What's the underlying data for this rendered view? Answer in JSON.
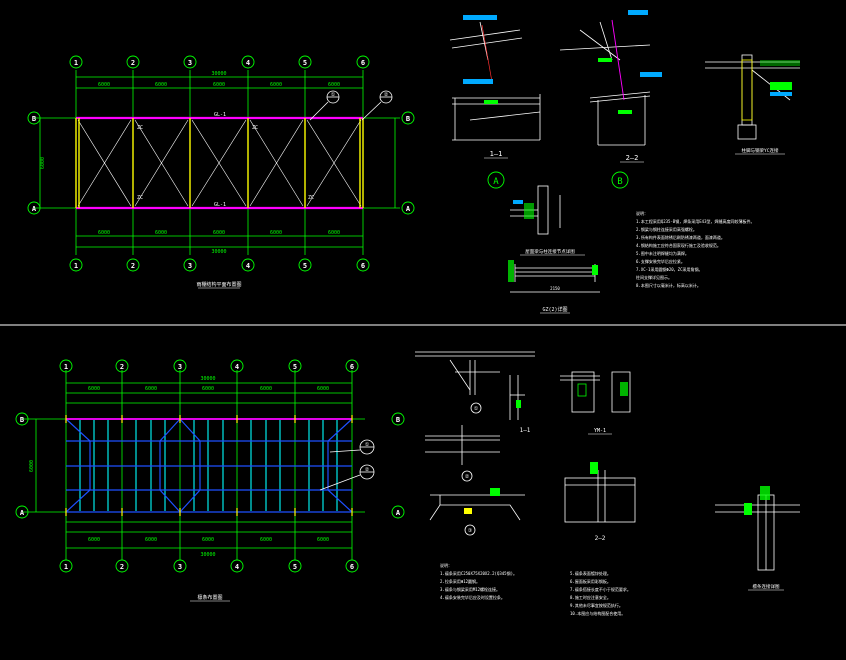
{
  "colors": {
    "bg": "#000000",
    "axis_bubble": "#00ff00",
    "dim": "#00ff00",
    "beam": "#ff00ff",
    "column": "#ffff00",
    "brace": "#ffffff",
    "purlin": "#00ffff",
    "rafter": "#1e50ff",
    "text_white": "#ffffff",
    "text_yellow": "#ffff00",
    "leader_red": "#ff3030"
  },
  "top_plan": {
    "axes_numbers": [
      "1",
      "2",
      "3",
      "4",
      "5",
      "6"
    ],
    "axes_letters": [
      "A",
      "B"
    ],
    "bay_dims": [
      "6000",
      "6000",
      "6000",
      "6000",
      "6000"
    ],
    "total_dim": "30000",
    "span_dim": "6000",
    "gl_label": "GL-1",
    "brace_labels": [
      "ZC",
      "ZC",
      "ZC",
      "ZC"
    ],
    "title": "雨棚结构平面布置图",
    "section_marks": [
      "①",
      "②"
    ]
  },
  "bottom_plan": {
    "axes_numbers": [
      "1",
      "2",
      "3",
      "4",
      "5",
      "6"
    ],
    "axes_letters": [
      "A",
      "B"
    ],
    "bay_dims": [
      "6000",
      "6000",
      "6000",
      "6000",
      "6000"
    ],
    "total_dim": "30000",
    "span_dim": "6000",
    "title": "檩条布置图",
    "section_marks": [
      "①",
      "②"
    ]
  },
  "details_top": {
    "sec_11": "1—1",
    "sec_22": "2—2",
    "bubble_a": "A",
    "bubble_b": "B",
    "col_detail_title": "柱脚与钢梁YC连接",
    "base_detail_title": "屋面梁与柱连接节点详图",
    "base_detail_dim": "2150",
    "gz_title": "GZ(2)详图",
    "notes_title": "说明：",
    "notes": [
      "1.本工程采用Q235-B钢，焊条采用E43型，焊缝高度同较薄板件。",
      "2.钢梁与钢柱连接采用高强螺栓。",
      "3.所有构件表面除锈后刷防锈漆两道，面漆两道。",
      "4.钢结构施工应符合国家现行施工及验收规范。",
      "5.图中未注明焊缝均为满焊。",
      "6.支撑安装完毕后应拉紧。",
      "7.XC-1采用圆钢Φ20，ZC采用角钢。",
      "  柱间支撑详见图示。",
      "8.本图尺寸以毫米计，标高以米计。"
    ]
  },
  "details_bottom": {
    "sec_11": "1—1",
    "sec_22": "2—2",
    "ym_title": "YM-1",
    "purlin_title": "檩条连接详图",
    "notes_title": "说明：",
    "notes_left": [
      "1.檩条采用C250X75X20X2.2(Q345钢)。",
      "2.拉条采用Φ12圆钢。",
      "3.檩条与钢梁采用M12螺栓连接。",
      "4.檩条安装完毕后应及时设置拉条。"
    ],
    "notes_right": [
      "5.檩条表面镀锌处理。",
      "6.屋面板采用彩钢板。",
      "7.檩条搭接长度不小于规范要求。",
      "8.施工时应注意安全。",
      "9.其他未尽事宜按规范执行。",
      "10.本图应与结构图配合使用。"
    ],
    "mark_1": "①",
    "mark_2": "②",
    "mark_3": "③"
  }
}
